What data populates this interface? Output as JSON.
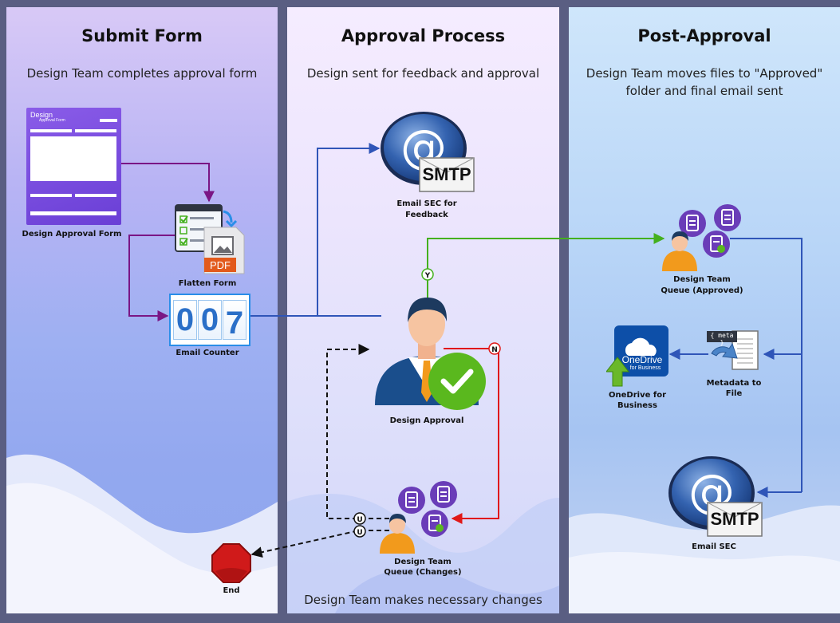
{
  "lanes": [
    {
      "title": "Submit Form",
      "subtitle": "Design Team completes approval form"
    },
    {
      "title": "Approval Process",
      "subtitle": "Design sent for feedback and approval",
      "footer": "Design Team makes necessary changes"
    },
    {
      "title": "Post-Approval",
      "subtitle_line1": "Design Team moves files to \"Approved\"",
      "subtitle_line2": "folder and final email sent"
    }
  ],
  "nodes": {
    "design_form": {
      "label": "Design Approval Form",
      "thumb_title": "Design",
      "thumb_subtitle": "Approval Form"
    },
    "flatten_form": {
      "label": "Flatten Form",
      "badge": "PDF"
    },
    "email_counter": {
      "label": "Email Counter",
      "digits": [
        "0",
        "0",
        "7"
      ]
    },
    "email_sec_feedback": {
      "label": "Email SEC for Feedback",
      "badge": "SMTP"
    },
    "design_approval": {
      "label": "Design Approval"
    },
    "queue_changes": {
      "label_line1": "Design Team",
      "label_line2": "Queue (Changes)"
    },
    "end": {
      "label": "End"
    },
    "queue_approved": {
      "label_line1": "Design Team",
      "label_line2": "Queue (Approved)"
    },
    "metadata_file": {
      "label_line1": "Metadata to",
      "label_line2": "File",
      "tag": "{ meta }"
    },
    "onedrive": {
      "label_line1": "OneDrive for",
      "label_line2": "Business",
      "logo_line1": "OneDrive",
      "logo_line2": "for Business"
    },
    "email_sec": {
      "label": "Email SEC",
      "badge": "SMTP"
    }
  },
  "markers": {
    "yes": "Y",
    "no": "N",
    "u1": "U",
    "u2": "U"
  },
  "colors": {
    "blue_wire": "#2f55b8",
    "green_wire": "#44b01e",
    "red_wire": "#e01818",
    "purple_wire": "#7a1685",
    "black_wire": "#111111",
    "check_green": "#5ab81e",
    "stop_red": "#d01a1a",
    "clip_purple": "#6a3db8"
  }
}
